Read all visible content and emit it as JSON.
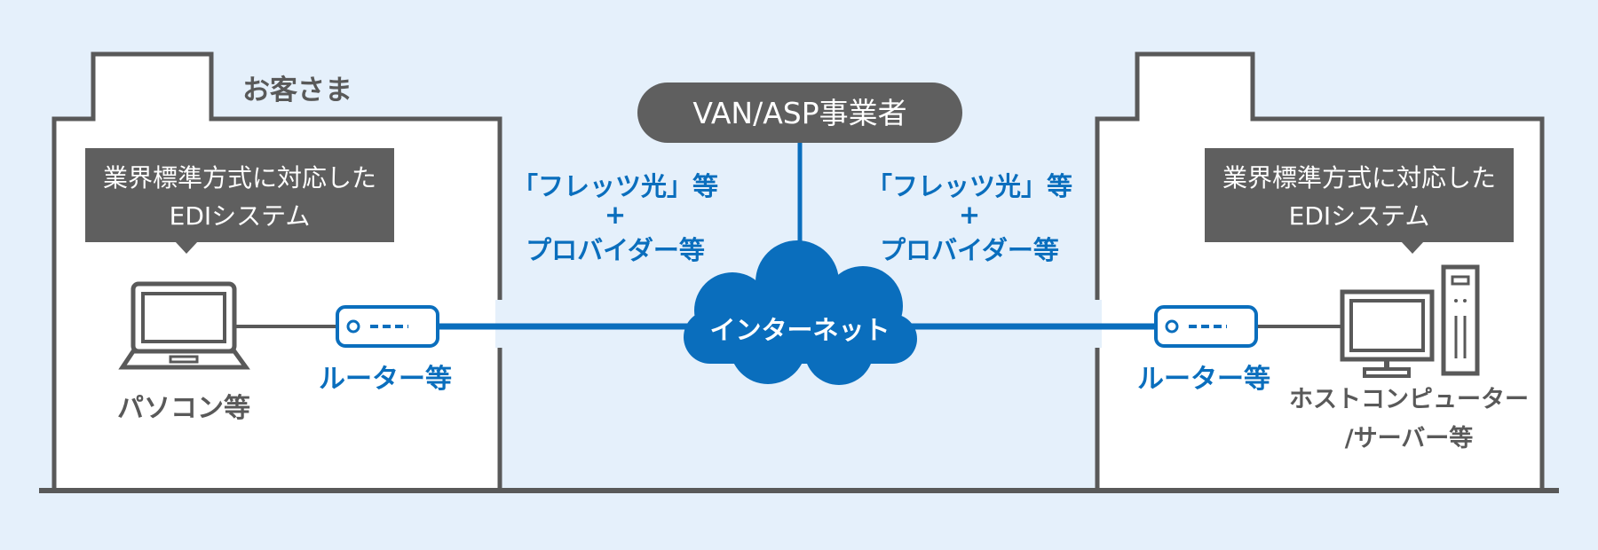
{
  "customer_label": "お客さま",
  "van_label": "VAN/ASP事業者",
  "internet_label": "インターネット",
  "left_edi": {
    "line1": "業界標準方式に対応した",
    "line2": "EDIシステム"
  },
  "right_edi": {
    "line1": "業界標準方式に対応した",
    "line2": "EDIシステム"
  },
  "left_network": {
    "line1": "「フレッツ光」等",
    "line2": "+",
    "line3": "プロバイダー等"
  },
  "right_network": {
    "line1": "「フレッツ光」等",
    "line2": "+",
    "line3": "プロバイダー等"
  },
  "left_router_label": "ルーター等",
  "right_router_label": "ルーター等",
  "pc_label": "パソコン等",
  "host_label": {
    "line1": "ホストコンピューター",
    "line2": "/サーバー等"
  },
  "colors": {
    "background": "#e5f0fb",
    "building_outline": "#595959",
    "callout_fill": "#5f5f5f",
    "accent_blue": "#0a6ebd",
    "inner_panel": "#ffffff"
  },
  "icons": [
    "laptop-icon",
    "router-icon",
    "cloud-icon",
    "desktop-monitor-icon",
    "tower-server-icon"
  ]
}
